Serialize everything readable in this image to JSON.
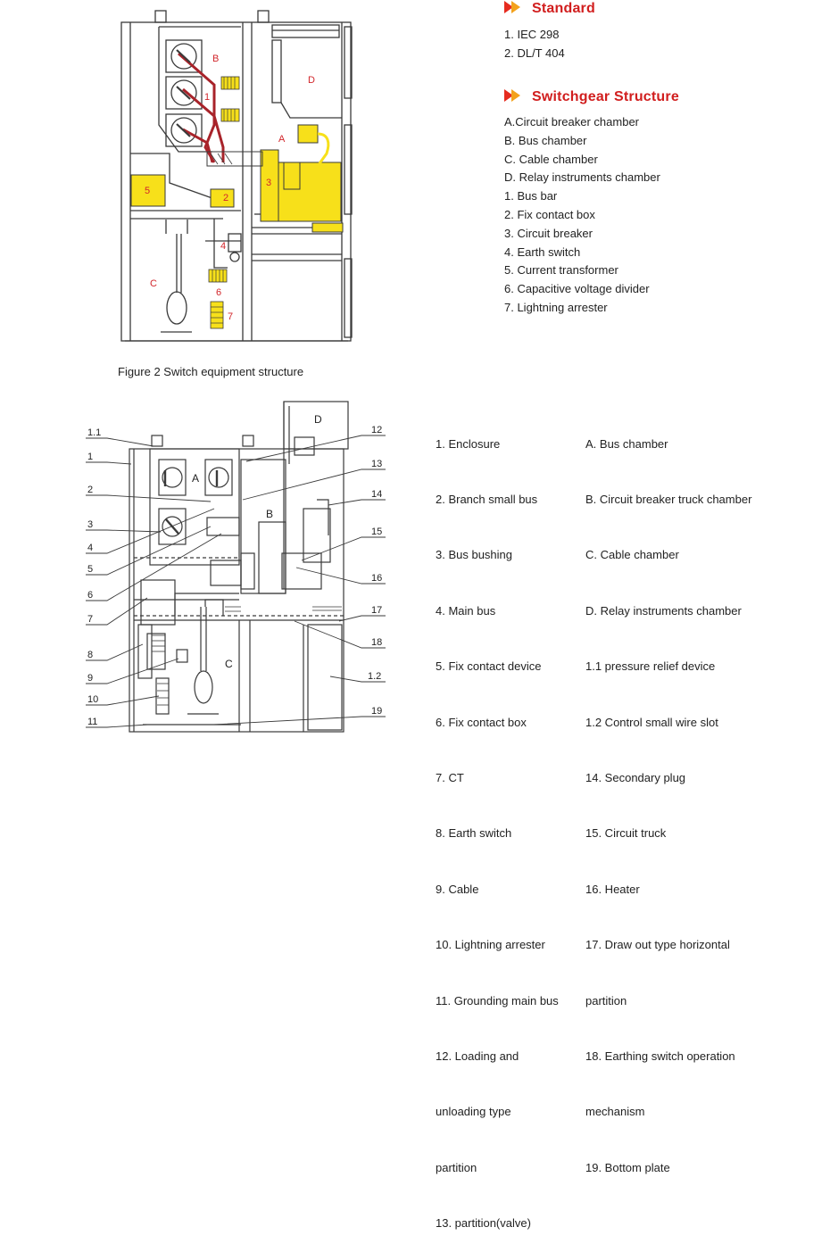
{
  "standard": {
    "heading": "Standard",
    "items": [
      "1. IEC 298",
      "2. DL/T 404"
    ]
  },
  "structure": {
    "heading": "Switchgear Structure",
    "items": [
      "A.Circuit breaker chamber",
      "B. Bus chamber",
      "C. Cable chamber",
      "D. Relay instruments chamber",
      "1. Bus bar",
      "2. Fix contact box",
      "3. Circuit breaker",
      "4. Earth switch",
      "5. Current transformer",
      "6. Capacitive voltage divider",
      "7. Lightning arrester"
    ]
  },
  "figure1": {
    "labels": {
      "a": "A",
      "b": "B",
      "c": "C",
      "d": "D",
      "n1": "1",
      "n2": "2",
      "n3": "3",
      "n4": "4",
      "n5": "5",
      "n6": "6",
      "n7": "7"
    },
    "colors": {
      "highlight": "#f7e01a",
      "busbar": "#a8232a",
      "label": "#d2262b",
      "outline": "#3a3a3a"
    }
  },
  "caption": "Figure 2  Switch equipment structure",
  "figure2": {
    "chambers": {
      "a": "A",
      "b": "B",
      "c": "C",
      "d": "D"
    },
    "callouts_left": [
      "1.1",
      "1",
      "2",
      "3",
      "4",
      "5",
      "6",
      "7",
      "8",
      "9",
      "10",
      "11"
    ],
    "callouts_right": [
      "12",
      "13",
      "14",
      "15",
      "16",
      "17",
      "18",
      "1.2",
      "19"
    ]
  },
  "legend": {
    "col1": [
      "1. Enclosure",
      "2. Branch small bus",
      "3. Bus bushing",
      "4. Main bus",
      "5. Fix contact device",
      "6. Fix contact box",
      "7. CT",
      "8. Earth switch",
      "9. Cable",
      "10. Lightning arrester",
      "11. Grounding main bus",
      "12. Loading and",
      "    unloading type",
      "    partition",
      "13. partition(valve)"
    ],
    "col2": [
      "A. Bus chamber",
      "B. Circuit breaker truck chamber",
      "C. Cable chamber",
      "D. Relay instruments chamber",
      "1.1 pressure relief device",
      "1.2 Control small wire slot",
      "14. Secondary plug",
      "15. Circuit truck",
      "16. Heater",
      "17. Draw out type horizontal",
      "     partition",
      "18. Earthing switch operation",
      "     mechanism",
      "19. Bottom plate"
    ]
  }
}
